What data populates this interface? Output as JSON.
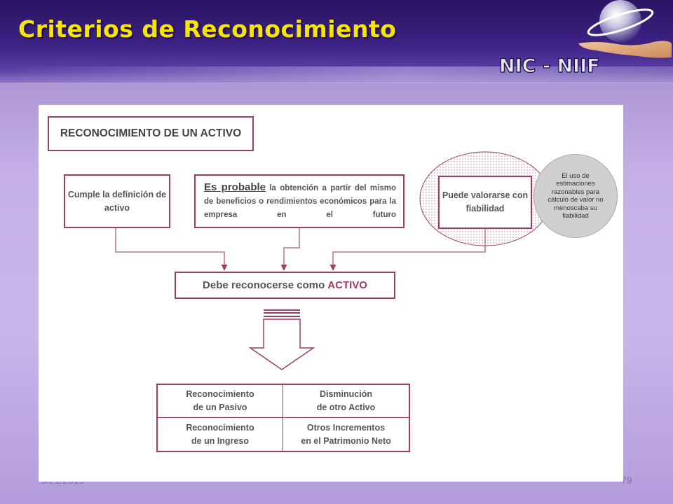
{
  "slide": {
    "title": "Criterios de Reconocimiento",
    "logo_text": "NIC - NIIF",
    "footer_date": "3/21/2019",
    "footer_page": "79"
  },
  "diagram": {
    "title": "RECONOCIMIENTO DE UN ACTIVO",
    "criteria": {
      "definition": "Cumple la definición de activo",
      "probable_lead": "Es probable",
      "probable_rest": "la obtención a partir del mismo de beneficios o rendimientos económicos para la empresa en el futuro",
      "reliable": "Puede valorarse con fiabilidad"
    },
    "note": "El uso de estimaciones razonables para cálculo de valor no menoscaba su fiabilidad",
    "result_prefix": "Debe reconocerse como",
    "result_accent": "ACTIVO",
    "outcomes": [
      "Reconocimiento\nde un Pasivo",
      "Disminución\nde otro Activo",
      "Reconocimiento\nde un Ingreso",
      "Otros Incrementos\nen el Patrimonio Neto"
    ]
  },
  "colors": {
    "title_yellow": "#f5e600",
    "header_dark": "#2a1462",
    "accent_maroon": "#9c3d62",
    "background_lavender": "#c4b0e6"
  }
}
